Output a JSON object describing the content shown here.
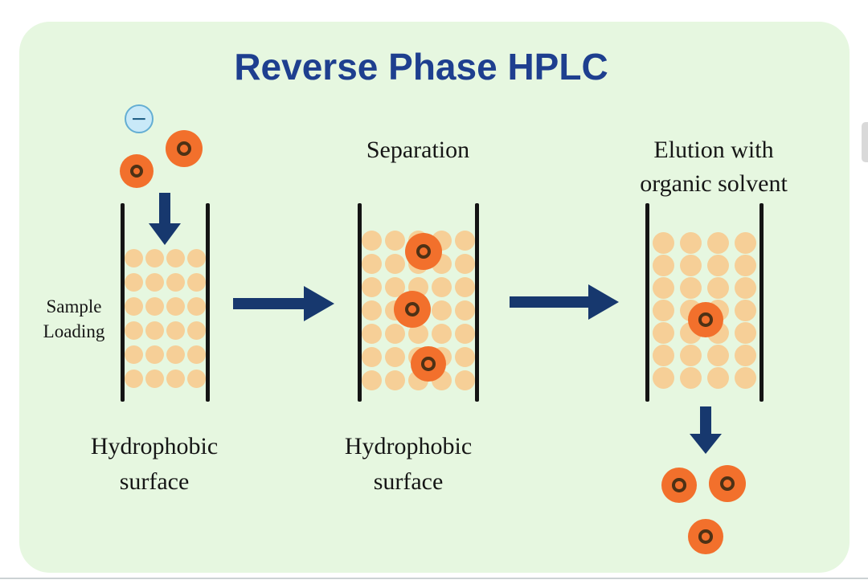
{
  "title": "Reverse Phase HPLC",
  "ion_symbol": "−",
  "stages": [
    {
      "name": "Sample Loading",
      "side_label_lines": [
        "Sample",
        "Loading"
      ],
      "surface_label_lines": [
        "Hydrophobic",
        "surface"
      ],
      "beads": {
        "rows": 6,
        "cols": 4
      }
    },
    {
      "name": "Separation",
      "heading": "Separation",
      "surface_label_lines": [
        "Hydrophobic",
        "surface"
      ],
      "beads": {
        "rows": 7,
        "cols": 5
      }
    },
    {
      "name": "Elution",
      "heading_lines": [
        "Elution with",
        "organic solvent"
      ],
      "beads": {
        "rows": 7,
        "cols": 4
      }
    }
  ],
  "colors": {
    "background": "#e6f7e0",
    "title": "#1e3f8f",
    "arrow": "#17386e",
    "bead": "#f6cf97",
    "molecule": "#f2702c",
    "molecule_ring": "#4d3115",
    "ion_fill": "#c9e9f8",
    "ion_border": "#64aed3",
    "ion_symbol_color": "#1f5f86",
    "wall": "#141414",
    "text": "#161616",
    "artifact": "#d9d9d9"
  }
}
